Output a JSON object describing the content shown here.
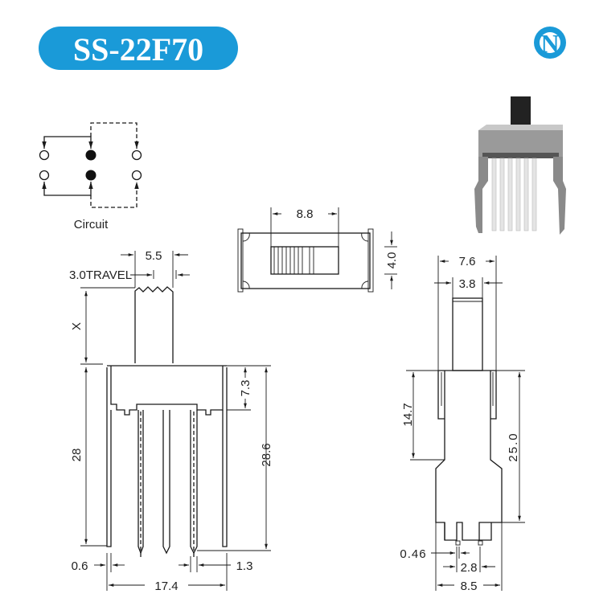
{
  "header": {
    "model_title": "SS-22F70",
    "brand_logo_letter": "N",
    "brand_color": "#1a9ad8"
  },
  "circuit": {
    "label": "Circuit"
  },
  "top_view": {
    "dim_slider_width": "8.8",
    "dim_slider_height": "4.0"
  },
  "front_view": {
    "dim_actuator_width": "5.5",
    "travel_label": "3.0TRAVEL",
    "dim_actuator_height": "X",
    "dim_pin_length": "28",
    "dim_body_height": "7.3",
    "dim_total_height": "28.6",
    "dim_pin_thickness": "0.6",
    "dim_pin_offset": "1.3",
    "dim_total_width": "17.4"
  },
  "side_view": {
    "dim_body_width": "7.6",
    "dim_actuator_width": "3.8",
    "dim_bracket_height": "14.7",
    "dim_body_total_height": "25.0",
    "dim_pin_width": "0.46",
    "dim_pin_pitch": "2.8",
    "dim_bottom_width": "8.5"
  }
}
